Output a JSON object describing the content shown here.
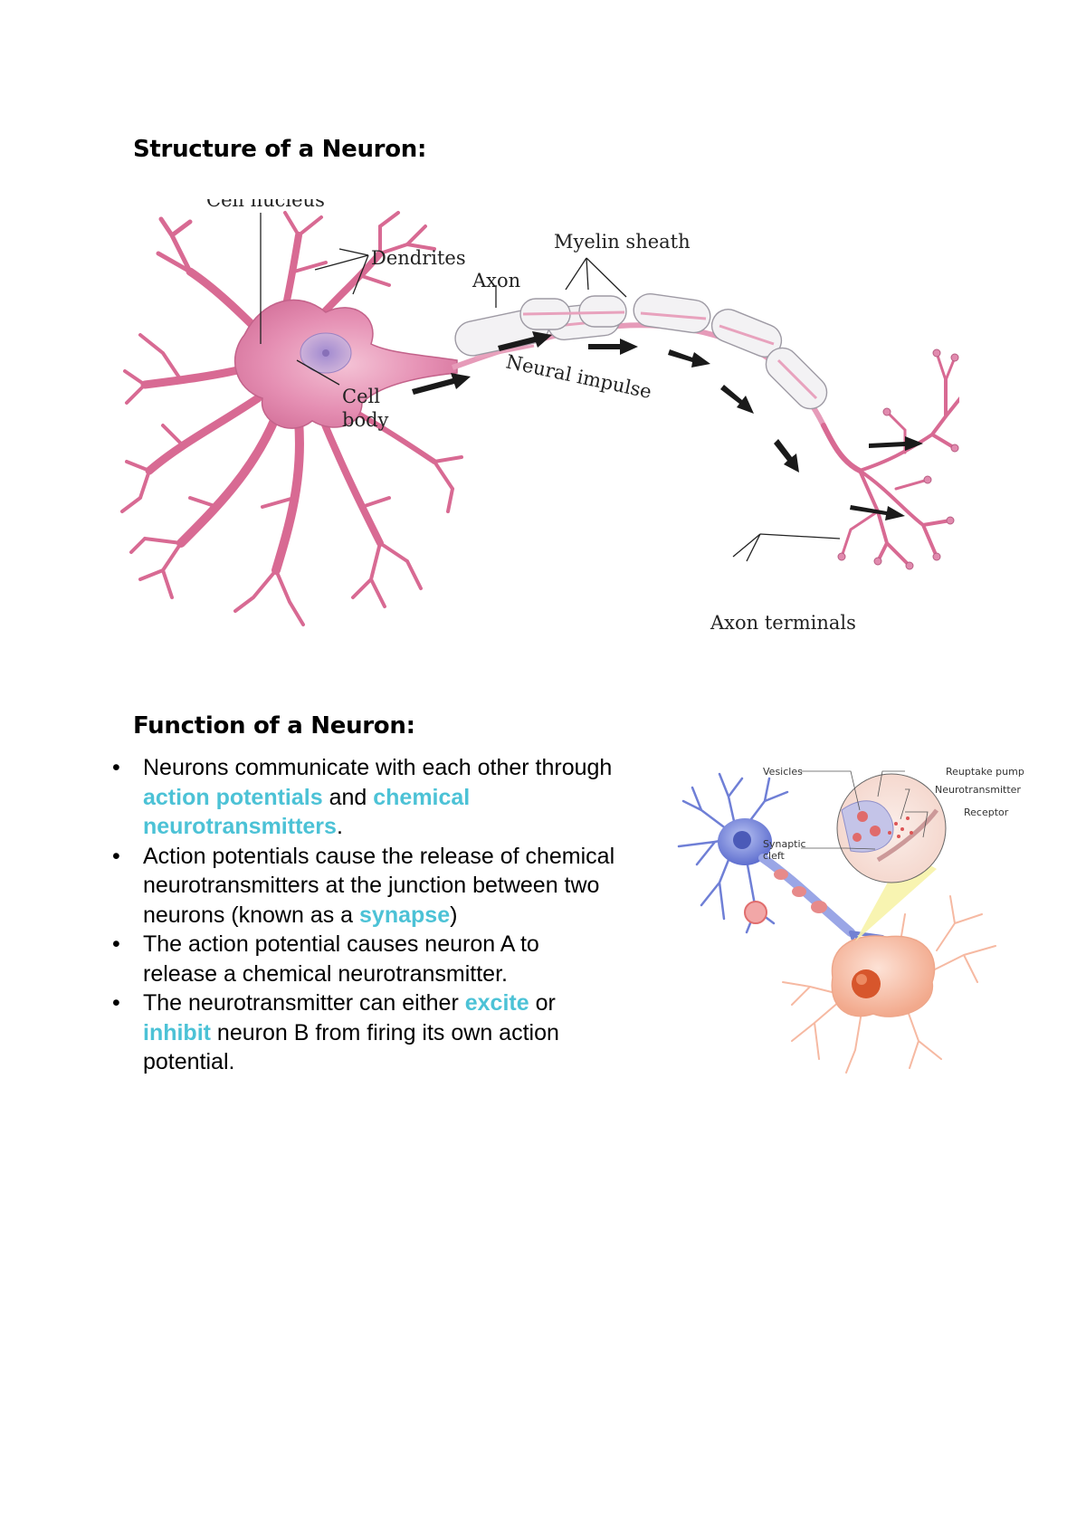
{
  "structure": {
    "heading": "Structure of a Neuron:"
  },
  "neuron_diagram": {
    "labels": {
      "cell_nucleus": "Cell nucleus",
      "dendrites": "Dendrites",
      "myelin_sheath": "Myelin sheath",
      "axon": "Axon",
      "neural_impulse": "Neural impulse",
      "cell_body_line1": "Cell",
      "cell_body_line2": "body",
      "axon_terminals": "Axon terminals"
    }
  },
  "function": {
    "heading": "Function of a Neuron:",
    "bullets": [
      {
        "t1": "Neurons communicate with each other through ",
        "h1": "action potentials",
        "t2": " and ",
        "h2": "chemical neurotransmitters",
        "t3": "."
      },
      {
        "t1": "Action potentials cause the release of chemical neurotransmitters at the junction between two neurons (known as a ",
        "h1": "synapse",
        "t2": ")"
      },
      {
        "t1": "The action potential causes neuron A to release a chemical neurotransmitter."
      },
      {
        "t1": "The neurotransmitter can either ",
        "h1": "excite",
        "t2": " or ",
        "h2": "inhibit",
        "t3": " neuron B from firing its own action potential."
      }
    ]
  },
  "synapse_diagram": {
    "labels": {
      "vesicles": "Vesicles",
      "reuptake_pump": "Reuptake pump",
      "neurotransmitter": "Neurotransmitter",
      "receptor": "Receptor",
      "synaptic_cleft_line1": "Synaptic",
      "synaptic_cleft_line2": "cleft"
    }
  },
  "colors": {
    "highlight": "#4cc2d6",
    "neuron_pink": "#e58fb3",
    "neuron_blue": "#6f7fd6",
    "neuron_orange": "#f6b9a2"
  }
}
